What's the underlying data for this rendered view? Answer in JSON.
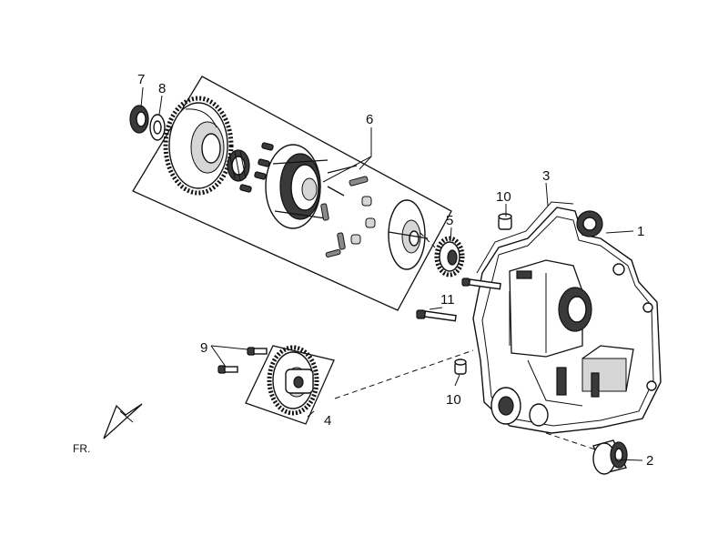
{
  "callouts": [
    {
      "id": "c1",
      "label": "1"
    },
    {
      "id": "c2",
      "label": "2"
    },
    {
      "id": "c3",
      "label": "3"
    },
    {
      "id": "c4",
      "label": "4"
    },
    {
      "id": "c5",
      "label": "5"
    },
    {
      "id": "c6",
      "label": "6"
    },
    {
      "id": "c7",
      "label": "7"
    },
    {
      "id": "c8",
      "label": "8"
    },
    {
      "id": "c9",
      "label": "9"
    },
    {
      "id": "c10a",
      "label": "10"
    },
    {
      "id": "c10b",
      "label": "10"
    },
    {
      "id": "c11",
      "label": "11"
    }
  ],
  "front_label": "FR."
}
